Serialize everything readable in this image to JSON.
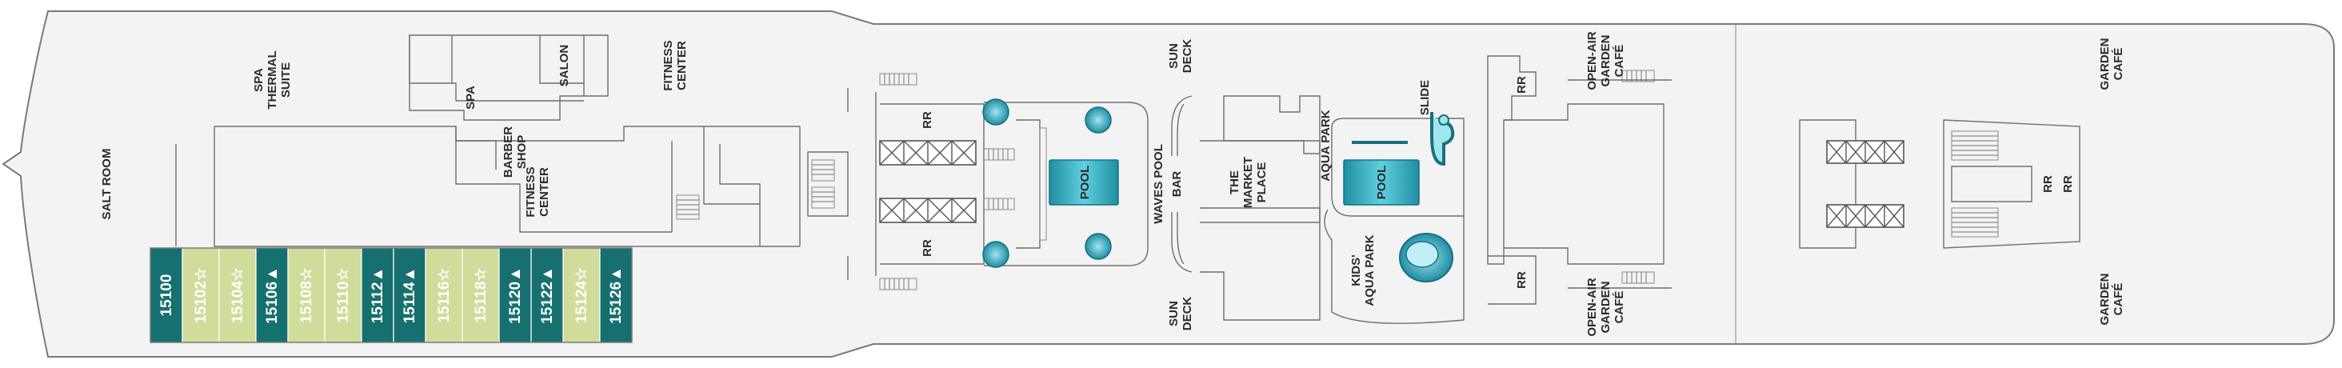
{
  "colors": {
    "hull_fill": "#f3f3f3",
    "hull_stroke": "#7a7a7a",
    "cabin_teal": "#16706f",
    "cabin_green": "#cfdc9a",
    "cabin_text_on_teal": "#ffffff",
    "cabin_text_on_green": "#ffffff",
    "pool": "#2aa7bd",
    "outline": "#6f6f6f"
  },
  "labels": {
    "salt_room": "SALT ROOM",
    "spa_thermal_suite_1": "SPA",
    "spa_thermal_suite_2": "THERMAL",
    "spa_thermal_suite_3": "SUITE",
    "spa": "SPA",
    "salon": "SALON",
    "fitness_center_top_1": "FITNESS",
    "fitness_center_top_2": "CENTER",
    "barber_shop_1": "BARBER",
    "barber_shop_2": "SHOP",
    "fitness_center_mid_1": "FITNESS",
    "fitness_center_mid_2": "CENTER",
    "rr_top": "RR",
    "rr_bottom": "RR",
    "pool_left": "POOL",
    "waves_pool_bar_1": "WAVES POOL",
    "waves_pool_bar_2": "BAR",
    "sun_deck_top_1": "SUN",
    "sun_deck_top_2": "DECK",
    "sun_deck_bottom_1": "SUN",
    "sun_deck_bottom_2": "DECK",
    "market_place_1": "THE",
    "market_place_2": "MARKET",
    "market_place_3": "PLACE",
    "aqua_park": "AQUA PARK",
    "slide": "SLIDE",
    "pool_right": "POOL",
    "kids_aqua_park_1": "KIDS'",
    "kids_aqua_park_2": "AQUA PARK",
    "rr_aft_top": "RR",
    "rr_aft_bottom": "RR",
    "open_air_garden_top_1": "OPEN-AIR",
    "open_air_garden_top_2": "GARDEN",
    "open_air_garden_top_3": "CAFÉ",
    "open_air_garden_bottom_1": "OPEN-AIR",
    "open_air_garden_bottom_2": "GARDEN",
    "open_air_garden_bottom_3": "CAFÉ",
    "garden_cafe_top_1": "GARDEN",
    "garden_cafe_top_2": "CAFÉ",
    "garden_cafe_bottom_1": "GARDEN",
    "garden_cafe_bottom_2": "CAFÉ",
    "rr_rr_1": "RR",
    "rr_rr_2": "RR"
  },
  "cabins": [
    {
      "number": "15100",
      "symbol": "",
      "type": "teal"
    },
    {
      "number": "15102",
      "symbol": "☆",
      "type": "green"
    },
    {
      "number": "15104",
      "symbol": "☆",
      "type": "green"
    },
    {
      "number": "15106",
      "symbol": "▲",
      "type": "teal"
    },
    {
      "number": "15108",
      "symbol": "☆",
      "type": "green"
    },
    {
      "number": "15110",
      "symbol": "☆",
      "type": "green"
    },
    {
      "number": "15112",
      "symbol": "▲",
      "type": "teal"
    },
    {
      "number": "15114",
      "symbol": "▲",
      "type": "teal"
    },
    {
      "number": "15116",
      "symbol": "☆",
      "type": "green"
    },
    {
      "number": "15118",
      "symbol": "☆",
      "type": "green"
    },
    {
      "number": "15120",
      "symbol": "▲",
      "type": "teal"
    },
    {
      "number": "15122",
      "symbol": "▲",
      "type": "teal"
    },
    {
      "number": "15124",
      "symbol": "☆",
      "type": "green"
    },
    {
      "number": "15126",
      "symbol": "▲",
      "type": "teal"
    }
  ]
}
